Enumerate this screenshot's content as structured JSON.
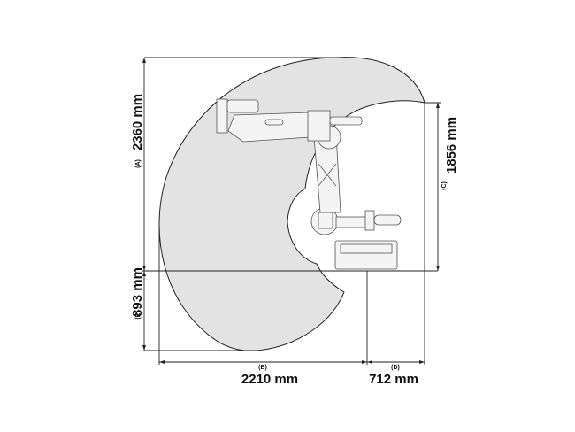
{
  "dimensions": {
    "A": {
      "tag": "(A)",
      "value": "2360 mm"
    },
    "B": {
      "tag": "(B)",
      "value": "2210 mm"
    },
    "C": {
      "tag": "(C)",
      "value": "1856 mm"
    },
    "D": {
      "tag": "(D)",
      "value": "712 mm"
    },
    "E": {
      "tag": "(E)",
      "value": "893 mm"
    }
  },
  "colors": {
    "envelope": "#e3e3e3",
    "line": "#222222"
  }
}
